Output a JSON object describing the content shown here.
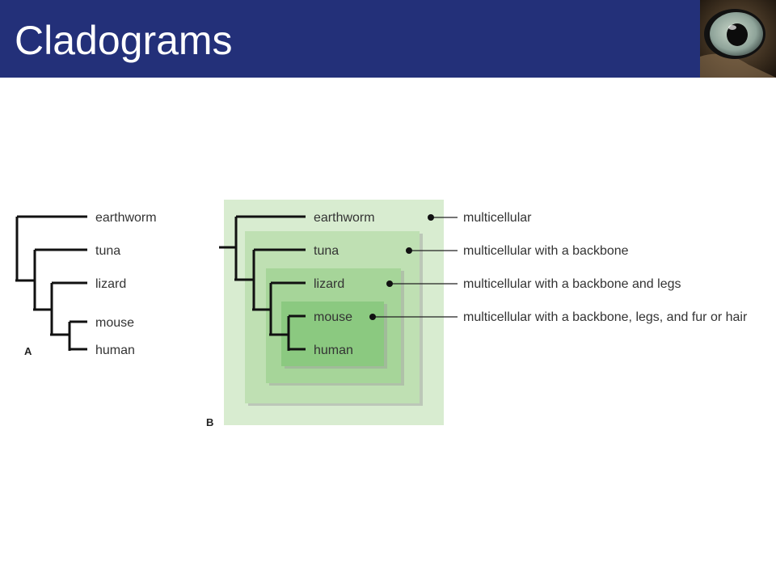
{
  "slide": {
    "title": "Cladograms"
  },
  "colors": {
    "header": "#233079",
    "box1": "#d8ecd0",
    "box2": "#bfe0b3",
    "box3": "#a6d599",
    "box4": "#8bc980"
  },
  "icons": {
    "corner_image": "eye-photo"
  },
  "panelA": {
    "letter": "A",
    "taxa": [
      "earthworm",
      "tuna",
      "lizard",
      "mouse",
      "human"
    ]
  },
  "panelB": {
    "letter": "B",
    "taxa": [
      "earthworm",
      "tuna",
      "lizard",
      "mouse",
      "human"
    ],
    "groups": [
      "multicellular",
      "multicellular with a backbone",
      "multicellular with a backbone and legs",
      "multicellular with a backbone, legs, and fur or hair"
    ]
  }
}
